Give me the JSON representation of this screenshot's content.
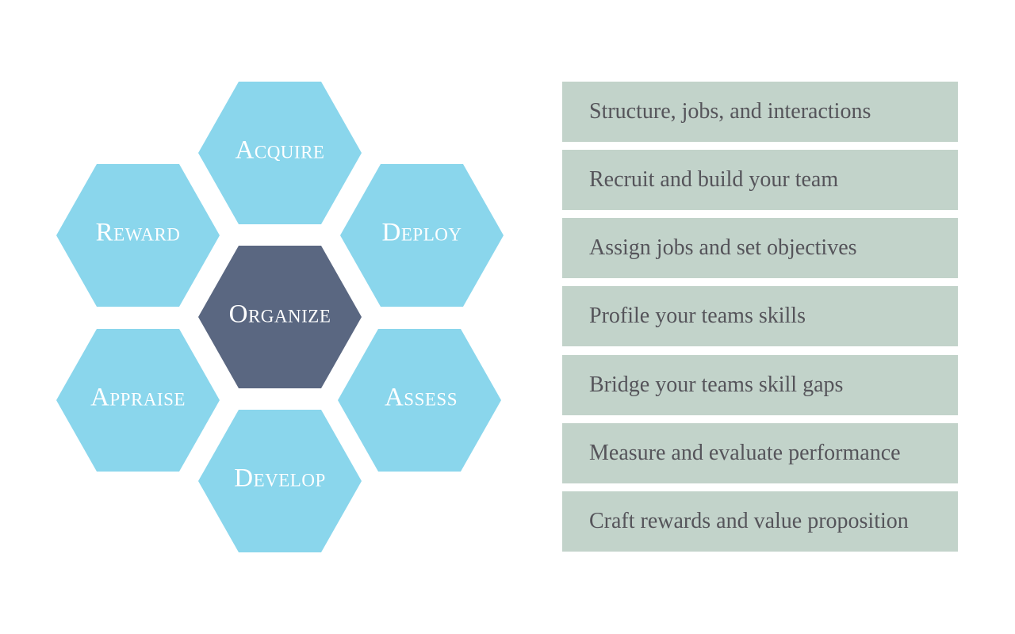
{
  "colors": {
    "outer_hex": "#8ad6ec",
    "center_hex": "#5a6781",
    "hex_text": "#ffffff",
    "row_bg": "#c2d3ca",
    "row_text": "#55545a"
  },
  "hexagons": {
    "center": "Organize",
    "acquire": "Acquire",
    "deploy": "Deploy",
    "assess": "Assess",
    "develop": "Develop",
    "appraise": "Appraise",
    "reward": "Reward"
  },
  "descriptions": [
    "Structure, jobs, and interactions",
    "Recruit and build your team",
    "Assign jobs and set objectives",
    "Profile your teams skills",
    "Bridge your teams skill gaps",
    "Measure and evaluate performance",
    "Craft rewards and value proposition"
  ]
}
